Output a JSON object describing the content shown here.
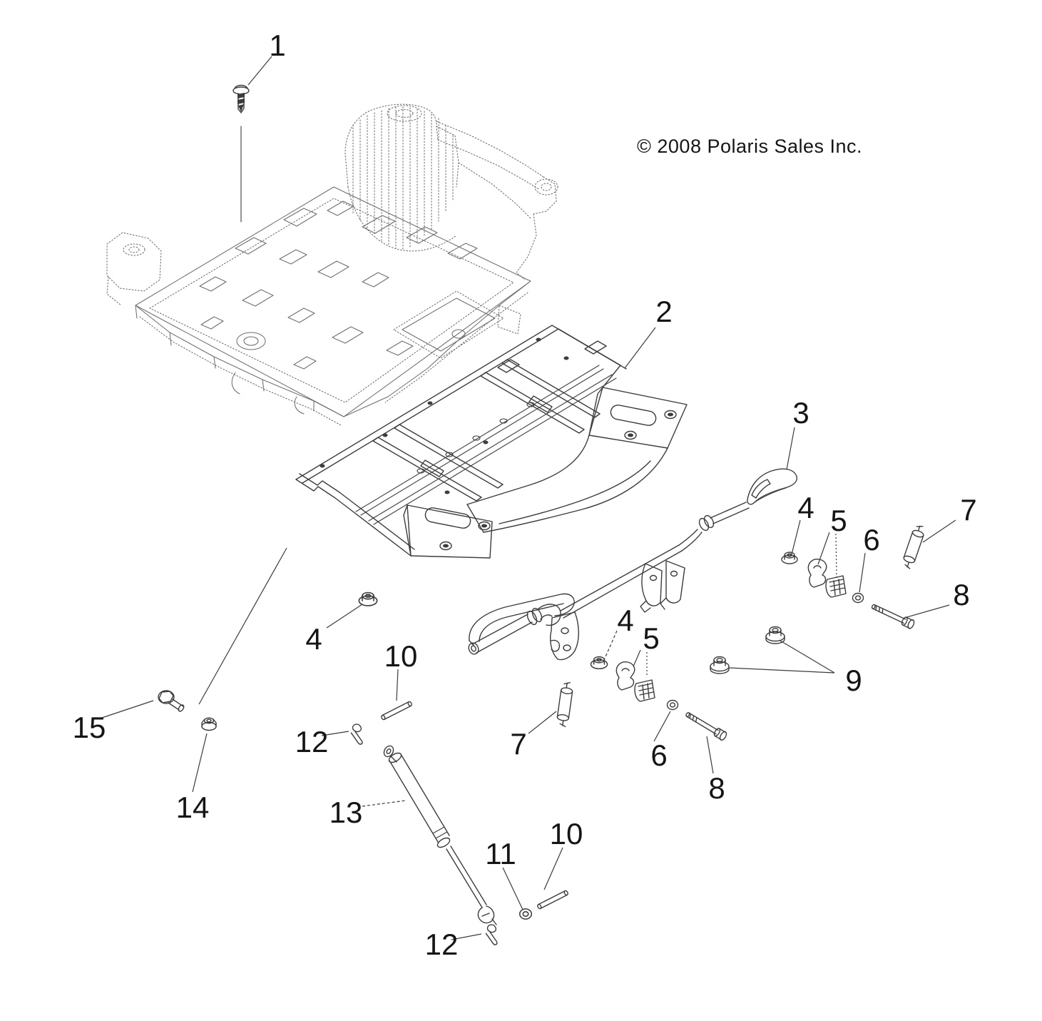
{
  "colors": {
    "bg": "#ffffff",
    "line": "#3c3c3c",
    "boxline": "#6e6e6e",
    "label": "#151515"
  },
  "copyright": "© 2008 Polaris Sales Inc.",
  "callouts": [
    {
      "id": "1",
      "label": "1"
    },
    {
      "id": "2",
      "label": "2"
    },
    {
      "id": "3",
      "label": "3"
    },
    {
      "id": "4-right",
      "label": "4"
    },
    {
      "id": "5-right",
      "label": "5"
    },
    {
      "id": "6-right",
      "label": "6"
    },
    {
      "id": "7-right",
      "label": "7"
    },
    {
      "id": "8-right",
      "label": "8"
    },
    {
      "id": "9",
      "label": "9"
    },
    {
      "id": "4-mid",
      "label": "4"
    },
    {
      "id": "5-mid",
      "label": "5"
    },
    {
      "id": "6-mid",
      "label": "6"
    },
    {
      "id": "7-mid",
      "label": "7"
    },
    {
      "id": "8-mid",
      "label": "8"
    },
    {
      "id": "10-upper",
      "label": "10"
    },
    {
      "id": "12-left",
      "label": "12"
    },
    {
      "id": "13",
      "label": "13"
    },
    {
      "id": "11",
      "label": "11"
    },
    {
      "id": "10-lower",
      "label": "10"
    },
    {
      "id": "12-lower",
      "label": "12"
    },
    {
      "id": "14",
      "label": "14"
    },
    {
      "id": "15",
      "label": "15"
    },
    {
      "id": "4-left",
      "label": "4"
    }
  ]
}
